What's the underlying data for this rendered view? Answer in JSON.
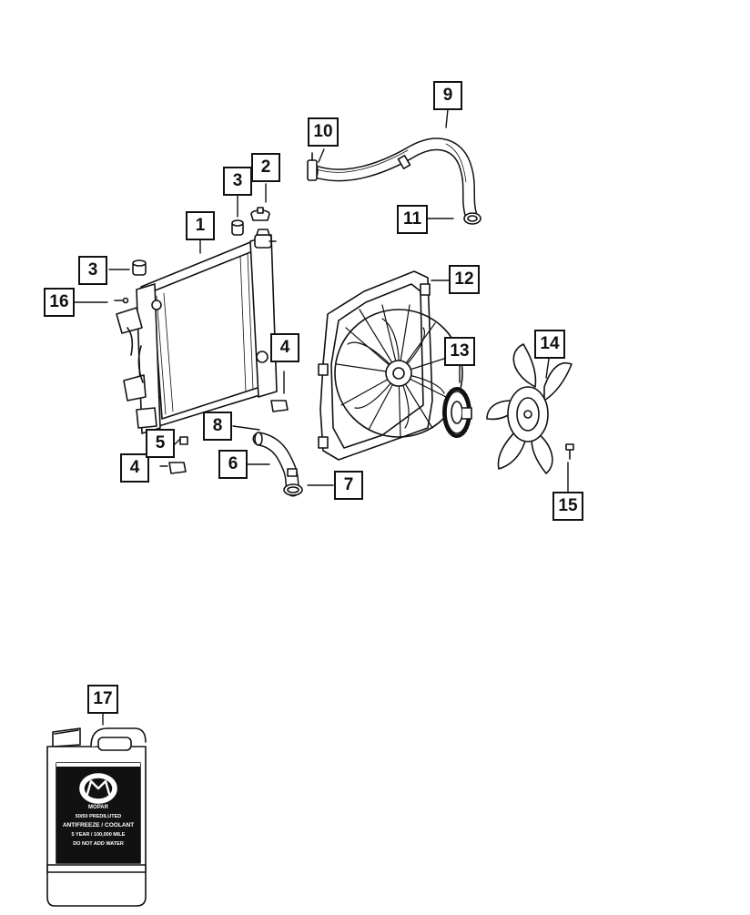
{
  "callouts": [
    {
      "id": "1",
      "label": "1"
    },
    {
      "id": "2",
      "label": "2"
    },
    {
      "id": "3a",
      "label": "3"
    },
    {
      "id": "3b",
      "label": "3"
    },
    {
      "id": "4a",
      "label": "4"
    },
    {
      "id": "4b",
      "label": "4"
    },
    {
      "id": "5",
      "label": "5"
    },
    {
      "id": "6",
      "label": "6"
    },
    {
      "id": "7",
      "label": "7"
    },
    {
      "id": "8",
      "label": "8"
    },
    {
      "id": "9",
      "label": "9"
    },
    {
      "id": "10",
      "label": "10"
    },
    {
      "id": "11",
      "label": "11"
    },
    {
      "id": "12",
      "label": "12"
    },
    {
      "id": "13",
      "label": "13"
    },
    {
      "id": "14",
      "label": "14"
    },
    {
      "id": "15",
      "label": "15"
    },
    {
      "id": "16",
      "label": "16"
    },
    {
      "id": "17",
      "label": "17"
    }
  ],
  "jug_label": {
    "brand": "MOPAR",
    "line1": "50/50 PREDILUTED",
    "line2": "ANTIFREEZE / COOLANT",
    "line3": "5 YEAR / 100,000 MILE",
    "line4": "DO NOT ADD WATER"
  }
}
